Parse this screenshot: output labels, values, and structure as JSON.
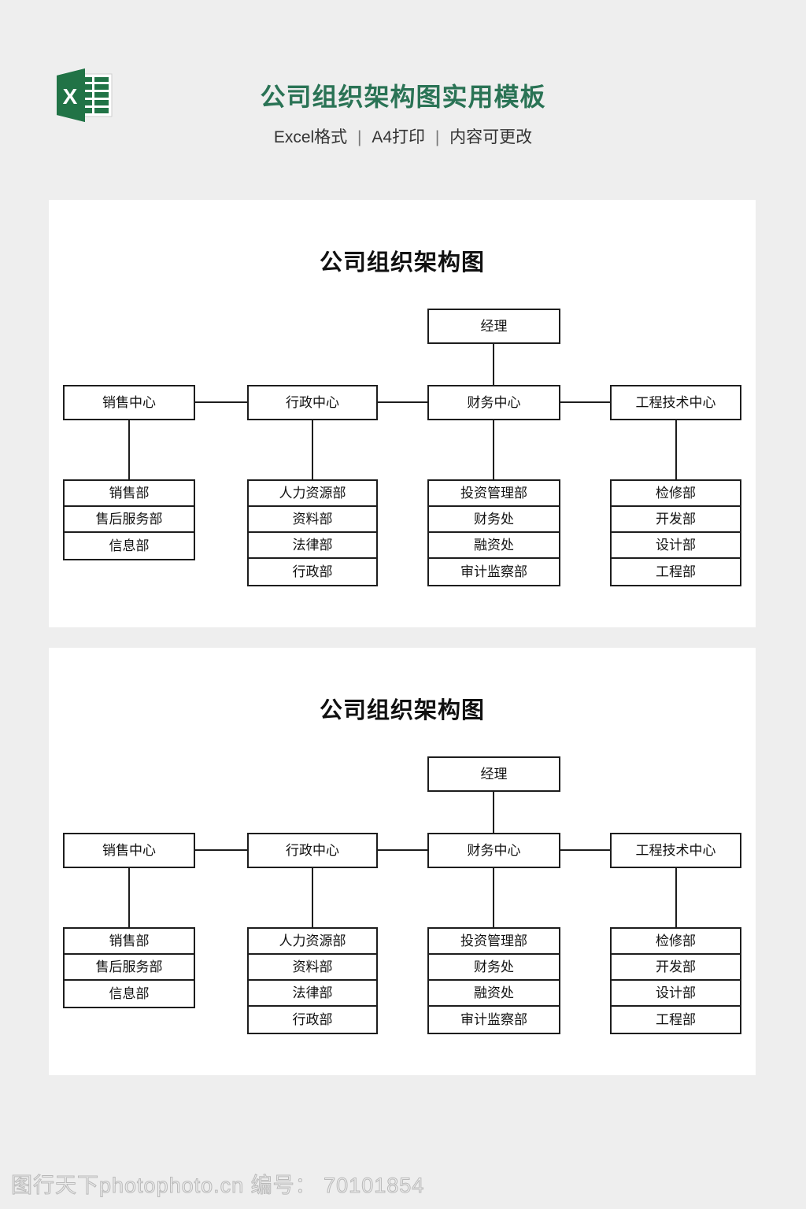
{
  "header": {
    "logo_name": "excel-logo",
    "title": "公司组织架构图实用模板",
    "subtitle_parts": [
      "Excel格式",
      "A4打印",
      "内容可更改"
    ],
    "separator": "|",
    "title_color": "#2a7355",
    "logo_green": "#217346",
    "logo_green_dark": "#1b5e3a"
  },
  "chart_data": {
    "type": "diagram",
    "title": "公司组织架构图",
    "top": {
      "label": "经理"
    },
    "middle": [
      {
        "label": "销售中心"
      },
      {
        "label": "行政中心"
      },
      {
        "label": "财务中心"
      },
      {
        "label": "工程技术中心"
      }
    ],
    "departments": [
      {
        "parent": "销售中心",
        "items": [
          "销售部",
          "售后服务部",
          "信息部"
        ]
      },
      {
        "parent": "行政中心",
        "items": [
          "人力资源部",
          "资料部",
          "法律部",
          "行政部"
        ]
      },
      {
        "parent": "财务中心",
        "items": [
          "投资管理部",
          "财务处",
          "融资处",
          "审计监察部"
        ]
      },
      {
        "parent": "工程技术中心",
        "items": [
          "检修部",
          "开发部",
          "设计部",
          "工程部"
        ]
      }
    ],
    "line_color": "#1d1d1d",
    "box_fill": "#ffffff"
  },
  "cards": [
    {
      "title": "公司组织架构图"
    },
    {
      "title": "公司组织架构图"
    }
  ],
  "footer": {
    "watermark": "图行天下photophoto.cn 编号： 70101854",
    "watermark_color": "#b9b9b9"
  }
}
